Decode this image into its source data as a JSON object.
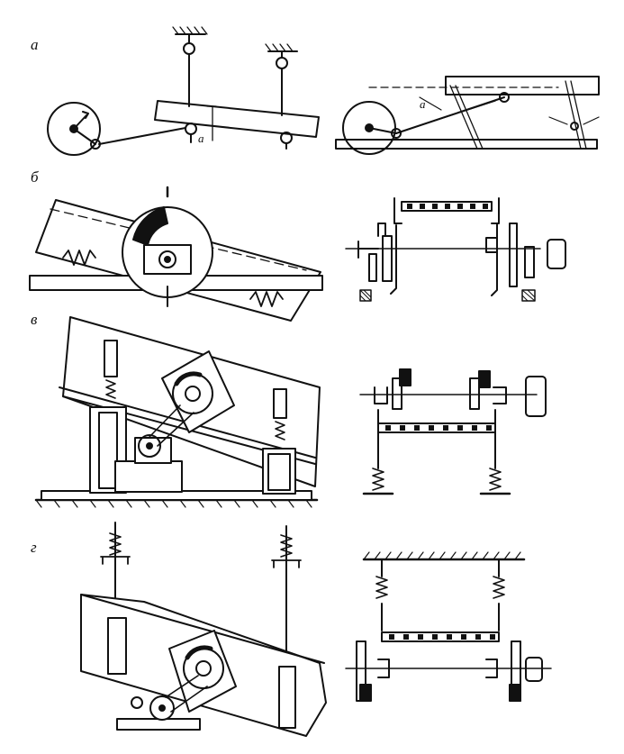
{
  "row_labels": {
    "a": "а",
    "b": "б",
    "v": "в",
    "g": "г"
  },
  "angle_labels": {
    "a_left": "a",
    "a_right": "a"
  },
  "colors": {
    "ink": "#111111",
    "paper": "#ffffff"
  }
}
